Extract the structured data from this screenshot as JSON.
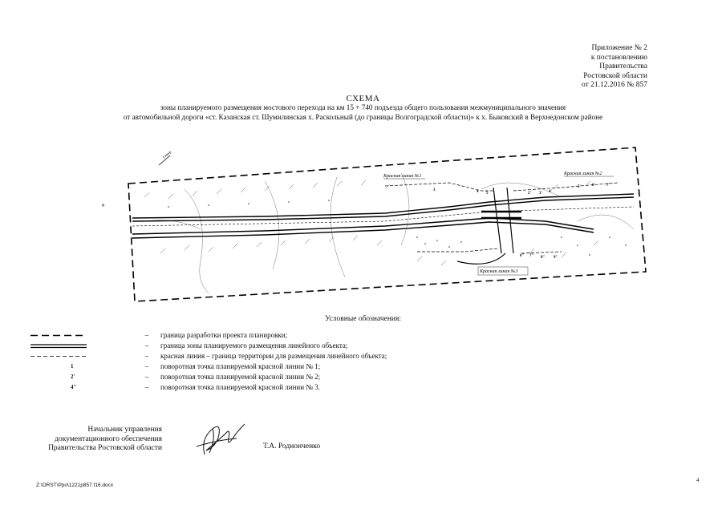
{
  "appendix": {
    "line1": "Приложение № 2",
    "line2": "к постановлению",
    "line3": "Правительства",
    "line4": "Ростовской области",
    "line5": "от 21.12.2016 № 857"
  },
  "title": "СХЕМА",
  "subtitle1": "зоны планируемого размещения мостового перехода на км 15 + 740 подъезда общего пользования межмуниципального значения",
  "subtitle2": "от автомобильной дороги «ст. Казанская    ст. Шумилинская    х. Раскольный (до границы Волгоградской области)» к х. Быковский в Верхнедонском районе",
  "map_labels": {
    "red_line_1": "Красная линия №1",
    "red_line_2": "Красная линия №2",
    "red_line_3": "Красная линия №3"
  },
  "legend": {
    "title": "Условные обозначения:",
    "items": [
      {
        "symbol": "dashed-bold",
        "point": "",
        "dash": "–",
        "text": "граница разработки проекта планировки;"
      },
      {
        "symbol": "double-line",
        "point": "",
        "dash": "–",
        "text": "граница зоны планируемого размещения линейного объекта;"
      },
      {
        "symbol": "thin-dashed",
        "point": "",
        "dash": "–",
        "text": "красная линия – граница территории для размещения линейного объекта;"
      },
      {
        "symbol": "point",
        "point": "1",
        "dash": "–",
        "text": "поворотная точка планируемой красной линии № 1;"
      },
      {
        "symbol": "point",
        "point": "2'",
        "dash": "–",
        "text": "поворотная точка планируемой красной линии № 2;"
      },
      {
        "symbol": "point",
        "point": "4\"",
        "dash": "–",
        "text": "поворотная точка планируемой красной линии № 3."
      }
    ]
  },
  "signatory": {
    "line1": "Начальник управления",
    "line2": "документационного обеспечения",
    "line3": "Правительства Ростовской области",
    "name": "Т.А. Родионченко"
  },
  "file_path": "Z:\\ORST\\Ppo\\1221p857.f16.docx",
  "page_number": "4"
}
